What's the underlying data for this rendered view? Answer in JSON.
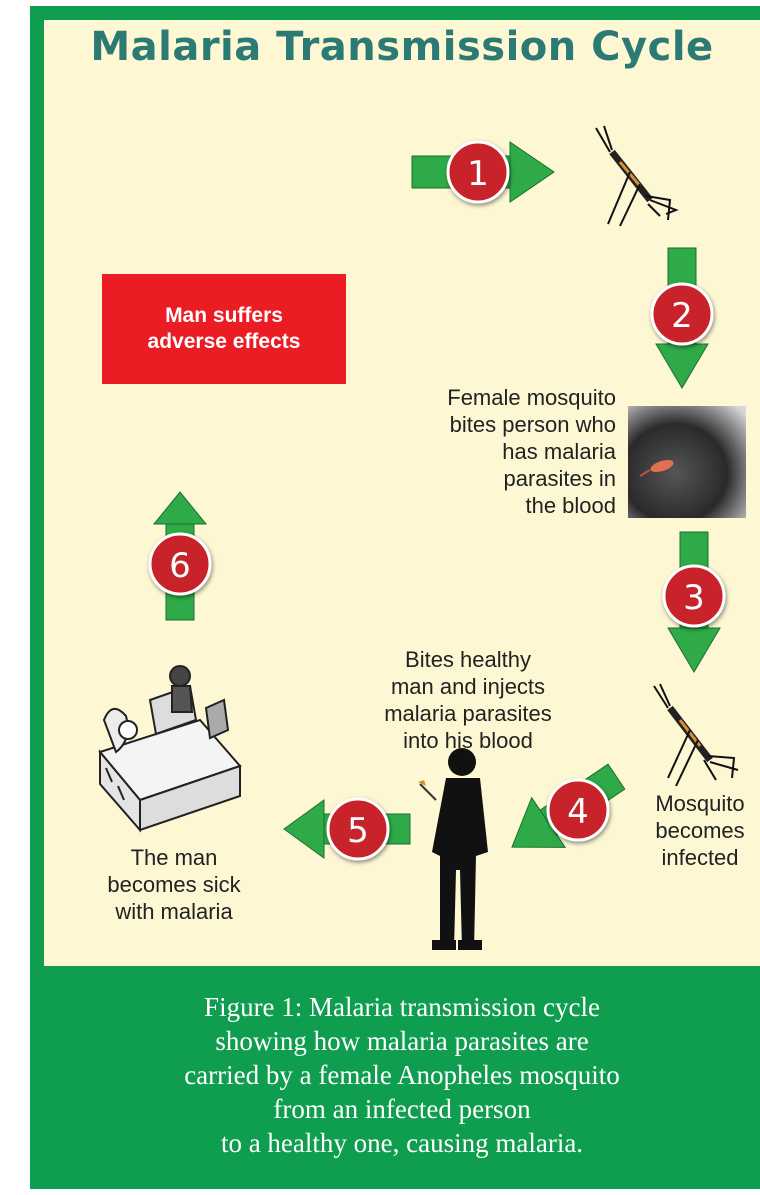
{
  "title": "Malaria Transmission Cycle",
  "steps": [
    {
      "number": "1"
    },
    {
      "number": "2"
    },
    {
      "number": "3"
    },
    {
      "number": "4"
    },
    {
      "number": "5"
    },
    {
      "number": "6"
    }
  ],
  "labels": {
    "female_bites": "Female mosquito\nbites person who\nhas malaria\nparasites in\nthe blood",
    "mosquito_infected": "Mosquito\nbecomes\ninfected",
    "bites_healthy": "Bites healthy\nman and injects\nmalaria parasites\ninto his blood",
    "man_sick": "The man\nbecomes sick\nwith malaria",
    "adverse_effects": "Man suffers\nadverse effects"
  },
  "caption": "Figure 1: Malaria transmission cycle\nshowing how malaria parasites are\ncarried by a female Anopheles mosquito\nfrom an infected person\nto a healthy one, causing malaria.",
  "colors": {
    "frame_green": "#0f9d4f",
    "panel_cream": "#fdf7d4",
    "title_teal": "#2c7a74",
    "arrow_green": "#2faa48",
    "badge_red": "#c8202a",
    "box_red": "#ec1c24"
  },
  "icons": [
    "mosquito-icon",
    "mosquito-bite-photo",
    "infected-mosquito-icon",
    "man-silhouette-icon",
    "sick-bed-icon"
  ]
}
